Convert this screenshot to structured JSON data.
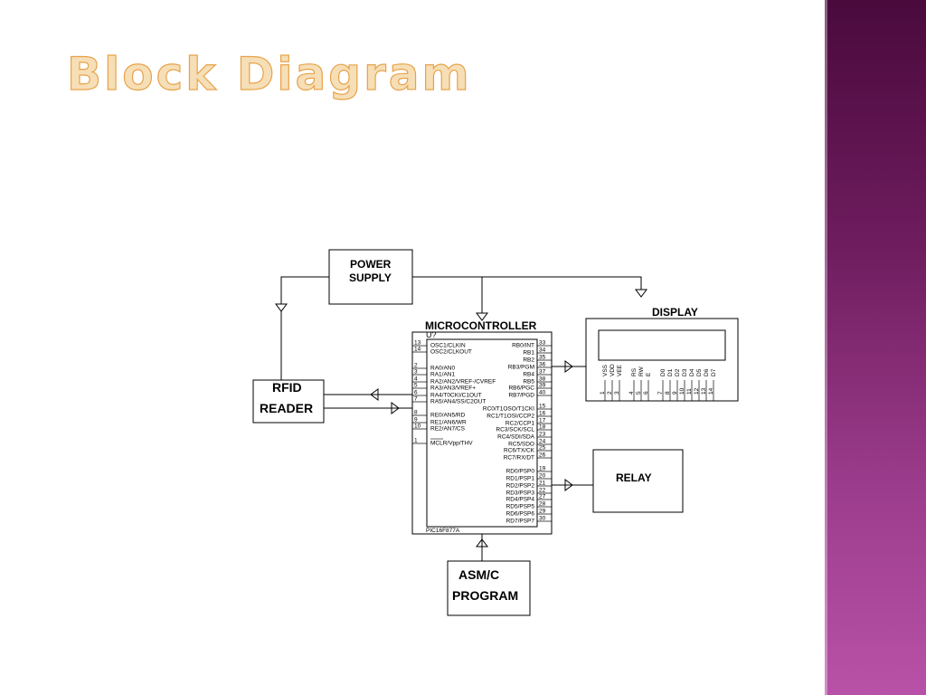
{
  "slide": {
    "title": "Block Diagram"
  },
  "blocks": {
    "power_supply": [
      "POWER",
      "SUPPLY"
    ],
    "microcontroller": "MICROCONTROLLER",
    "ref": "U?",
    "part": "PIC16F877A",
    "display": "DISPLAY",
    "rfid": [
      "RFID",
      "READER"
    ],
    "relay": "RELAY",
    "program": [
      "ASM/C",
      "PROGRAM"
    ]
  },
  "mcu_pins": {
    "left": [
      {
        "num": "13",
        "name": "OSC1/CLKIN"
      },
      {
        "num": "14",
        "name": "OSC2/CLKOUT"
      },
      {
        "num": "2",
        "name": "RA0/AN0"
      },
      {
        "num": "3",
        "name": "RA1/AN1"
      },
      {
        "num": "4",
        "name": "RA2/AN2/VREF-/CVREF"
      },
      {
        "num": "5",
        "name": "RA3/AN3/VREF+"
      },
      {
        "num": "6",
        "name": "RA4/T0CKI/C1OUT"
      },
      {
        "num": "7",
        "name": "RA5/AN4/SS/C2OUT"
      },
      {
        "num": "8",
        "name": "RE0/AN5/RD"
      },
      {
        "num": "9",
        "name": "RE1/AN6/WR"
      },
      {
        "num": "10",
        "name": "RE2/AN7/CS"
      },
      {
        "num": "1",
        "name": "MCLR/Vpp/THV"
      }
    ],
    "right": [
      {
        "num": "33",
        "name": "RB0/INT"
      },
      {
        "num": "34",
        "name": "RB1"
      },
      {
        "num": "35",
        "name": "RB2"
      },
      {
        "num": "36",
        "name": "RB3/PGM"
      },
      {
        "num": "37",
        "name": "RB4"
      },
      {
        "num": "38",
        "name": "RB5"
      },
      {
        "num": "39",
        "name": "RB6/PGC"
      },
      {
        "num": "40",
        "name": "RB7/PGD"
      },
      {
        "num": "15",
        "name": "RC0/T1OSO/T1CKI"
      },
      {
        "num": "16",
        "name": "RC1/T1OSI/CCP2"
      },
      {
        "num": "17",
        "name": "RC2/CCP1"
      },
      {
        "num": "18",
        "name": "RC3/SCK/SCL"
      },
      {
        "num": "23",
        "name": "RC4/SDI/SDA"
      },
      {
        "num": "24",
        "name": "RC5/SDO"
      },
      {
        "num": "25",
        "name": "RC6/TX/CK"
      },
      {
        "num": "26",
        "name": "RC7/RX/DT"
      },
      {
        "num": "19",
        "name": "RD0/PSP0"
      },
      {
        "num": "20",
        "name": "RD1/PSP1"
      },
      {
        "num": "21",
        "name": "RD2/PSP2"
      },
      {
        "num": "22",
        "name": "RD3/PSP3"
      },
      {
        "num": "27",
        "name": "RD4/PSP4"
      },
      {
        "num": "28",
        "name": "RD5/PSP5"
      },
      {
        "num": "29",
        "name": "RD6/PSP6"
      },
      {
        "num": "30",
        "name": "RD7/PSP7"
      }
    ]
  },
  "lcd_pins": [
    {
      "num": "1",
      "name": "VSS"
    },
    {
      "num": "2",
      "name": "VDD"
    },
    {
      "num": "3",
      "name": "VEE"
    },
    {
      "num": "4",
      "name": "RS"
    },
    {
      "num": "5",
      "name": "RW"
    },
    {
      "num": "6",
      "name": "E"
    },
    {
      "num": "7",
      "name": "D0"
    },
    {
      "num": "8",
      "name": "D1"
    },
    {
      "num": "9",
      "name": "D2"
    },
    {
      "num": "10",
      "name": "D3"
    },
    {
      "num": "11",
      "name": "D4"
    },
    {
      "num": "12",
      "name": "D5"
    },
    {
      "num": "13",
      "name": "D6"
    },
    {
      "num": "14",
      "name": "D7"
    }
  ]
}
